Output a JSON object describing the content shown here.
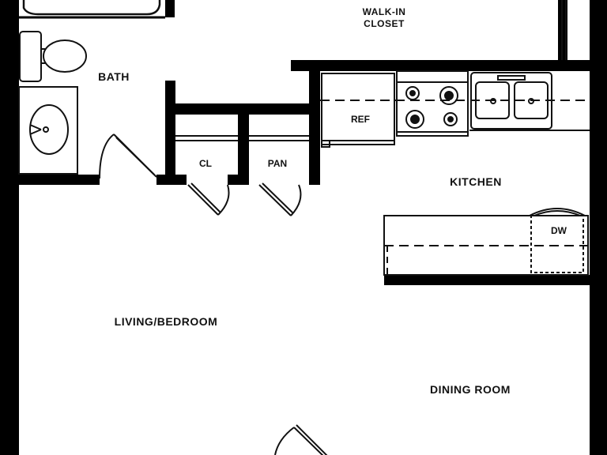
{
  "rooms": {
    "walk_in_closet_line1": "WALK-IN",
    "walk_in_closet_line2": "CLOSET",
    "bath": "BATH",
    "kitchen": "KITCHEN",
    "living_bedroom": "LIVING/BEDROOM",
    "dining_room": "DINING ROOM"
  },
  "fixtures": {
    "closet": "CL",
    "pantry": "PAN",
    "refrigerator": "REF",
    "dishwasher": "DW"
  },
  "colors": {
    "wall": "#000000",
    "background": "#ffffff",
    "line": "#111111"
  }
}
